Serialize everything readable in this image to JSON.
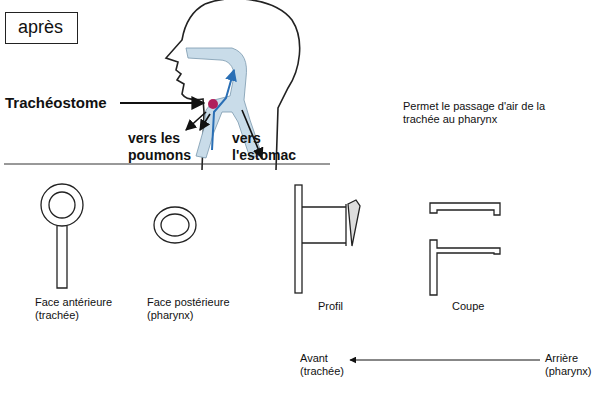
{
  "diagram": {
    "nodes": [
      {
        "text": [
          "après"
        ]
      }
    ],
    "labels": [
      "Trachéostome",
      "vers les poumons",
      "vers l'estomac",
      "Permet le passage d'air de la trachée au pharynx",
      "Face antérieure (trachée)",
      "Face postérieure (pharynx)",
      "Profil",
      "Coupe",
      "Avant (trachée)",
      "Arrière (pharynx)"
    ]
  }
}
